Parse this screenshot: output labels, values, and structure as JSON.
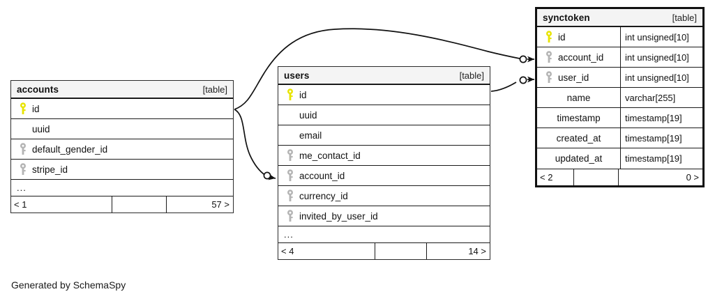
{
  "diagram": {
    "generator_text": "Generated by SchemaSpy",
    "table_tag": "[table]",
    "ellipsis": "...",
    "pk_key_color": "#e8e400",
    "fk_key_color": "#b4b4b4",
    "header_bg": "#f4f4f4",
    "line_color": "#1a1a1a",
    "background": "#ffffff"
  },
  "tables": {
    "accounts": {
      "name": "accounts",
      "tag": "[table]",
      "columns": [
        {
          "name": "id",
          "key": "pk",
          "type": ""
        },
        {
          "name": "uuid",
          "key": "none",
          "type": ""
        },
        {
          "name": "default_gender_id",
          "key": "fk",
          "type": ""
        },
        {
          "name": "stripe_id",
          "key": "fk",
          "type": ""
        }
      ],
      "has_more_row": true,
      "footer": {
        "left": "< 1",
        "middle": "",
        "right": "57 >"
      }
    },
    "users": {
      "name": "users",
      "tag": "[table]",
      "columns": [
        {
          "name": "id",
          "key": "pk",
          "type": ""
        },
        {
          "name": "uuid",
          "key": "none",
          "type": ""
        },
        {
          "name": "email",
          "key": "none",
          "type": ""
        },
        {
          "name": "me_contact_id",
          "key": "fk",
          "type": ""
        },
        {
          "name": "account_id",
          "key": "fk",
          "type": ""
        },
        {
          "name": "currency_id",
          "key": "fk",
          "type": ""
        },
        {
          "name": "invited_by_user_id",
          "key": "fk",
          "type": ""
        }
      ],
      "has_more_row": true,
      "footer": {
        "left": "< 4",
        "middle": "",
        "right": "14 >"
      }
    },
    "synctoken": {
      "name": "synctoken",
      "tag": "[table]",
      "columns": [
        {
          "name": "id",
          "key": "pk",
          "type": "int unsigned[10]"
        },
        {
          "name": "account_id",
          "key": "fk",
          "type": "int unsigned[10]"
        },
        {
          "name": "user_id",
          "key": "fk",
          "type": "int unsigned[10]"
        },
        {
          "name": "name",
          "key": "none",
          "type": "varchar[255]"
        },
        {
          "name": "timestamp",
          "key": "none",
          "type": "timestamp[19]"
        },
        {
          "name": "created_at",
          "key": "none",
          "type": "timestamp[19]"
        },
        {
          "name": "updated_at",
          "key": "none",
          "type": "timestamp[19]"
        }
      ],
      "has_more_row": false,
      "footer": {
        "left": "< 2",
        "middle": "",
        "right": "0 >"
      }
    }
  },
  "relationships": [
    {
      "from_table": "accounts",
      "from_column": "id",
      "to_table": "users",
      "to_column": "account_id"
    },
    {
      "from_table": "accounts",
      "from_column": "id",
      "to_table": "synctoken",
      "to_column": "account_id"
    },
    {
      "from_table": "users",
      "from_column": "id",
      "to_table": "synctoken",
      "to_column": "user_id"
    }
  ]
}
